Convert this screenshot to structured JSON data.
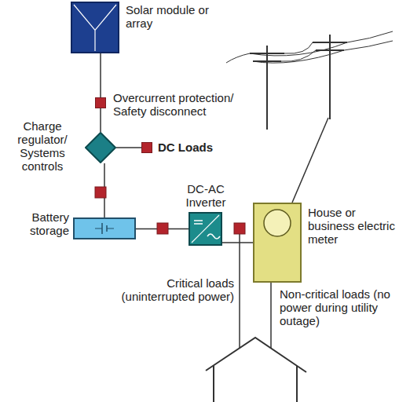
{
  "diagram": {
    "nodes": [
      {
        "text": [
          "Solar module or array"
        ]
      },
      {
        "text": [
          "Overcurrent protection/ Safety disconnect"
        ]
      },
      {
        "text": [
          "Charge regulator/ Systems controls"
        ]
      },
      {
        "text": [
          "DC Loads"
        ]
      },
      {
        "text": [
          "Battery storage"
        ]
      },
      {
        "text": [
          "DC-AC Inverter"
        ]
      },
      {
        "text": [
          "House or business electric meter"
        ]
      }
    ],
    "edges": [
      {
        "from": 0,
        "to": 1,
        "arrow": "none"
      },
      {
        "from": 1,
        "to": 2,
        "arrow": "none"
      },
      {
        "from": 2,
        "to": 3,
        "arrow": "none"
      },
      {
        "from": 2,
        "to": 4,
        "arrow": "none"
      },
      {
        "from": 4,
        "to": 5,
        "arrow": "none"
      },
      {
        "from": 5,
        "to": 6,
        "arrow": "none"
      }
    ],
    "labels": [
      "Critical loads (uninterrupted power)",
      "Non-critical loads (no power during utility outage)"
    ]
  }
}
